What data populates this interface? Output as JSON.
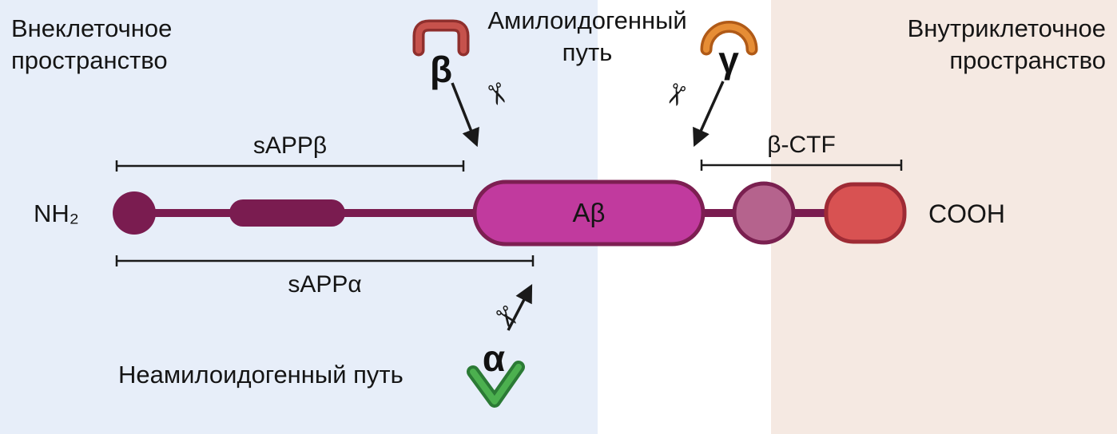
{
  "regions": {
    "extracellular_label": "Внеклеточное\nпространство",
    "intracellular_label": "Внутриклеточное\nпространство"
  },
  "pathways": {
    "amyloidogenic": "Амилоидогенный\nпуть",
    "non_amyloidogenic": "Неамилоидогенный путь"
  },
  "protein": {
    "n_terminus": "NH₂",
    "c_terminus": "COOH",
    "abeta_label": "Aβ",
    "sapp_beta": "sAPPβ",
    "sapp_alpha": "sAPPα",
    "beta_ctf": "β-CTF"
  },
  "secretases": {
    "beta": "β",
    "gamma": "γ",
    "alpha": "α"
  },
  "icons": {
    "scissors": "✂"
  },
  "colors": {
    "extracellular_bg": "#e7eef9",
    "intracellular_bg": "#f5e9e2",
    "protein_backbone": "#7a1c50",
    "abeta_fill": "#c13a9e",
    "abeta_border": "#7d1f52",
    "ctf_circle_fill": "#b5638d",
    "c_terminal_fill": "#d85252",
    "c_terminal_border": "#9e2b35",
    "beta_secretase": "#c6524c",
    "gamma_secretase": "#e68d35",
    "alpha_secretase": "#4cb04f"
  }
}
